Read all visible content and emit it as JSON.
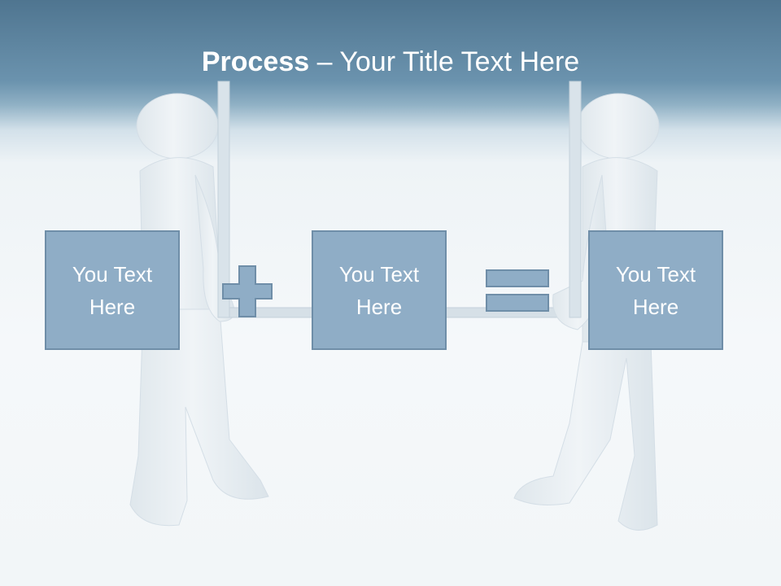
{
  "slide": {
    "title_bold": "Process",
    "title_rest": " – Your Title Text Here"
  },
  "boxes": [
    {
      "text": "You Text Here"
    },
    {
      "text": "You Text Here"
    },
    {
      "text": "You Text Here"
    }
  ],
  "operators": [
    "plus-icon",
    "equals-icon"
  ],
  "colors": {
    "header_dark": "#4f7590",
    "box_fill": "#8fadc6",
    "box_border": "#6f8ea8",
    "figure": "#e9eff3"
  }
}
